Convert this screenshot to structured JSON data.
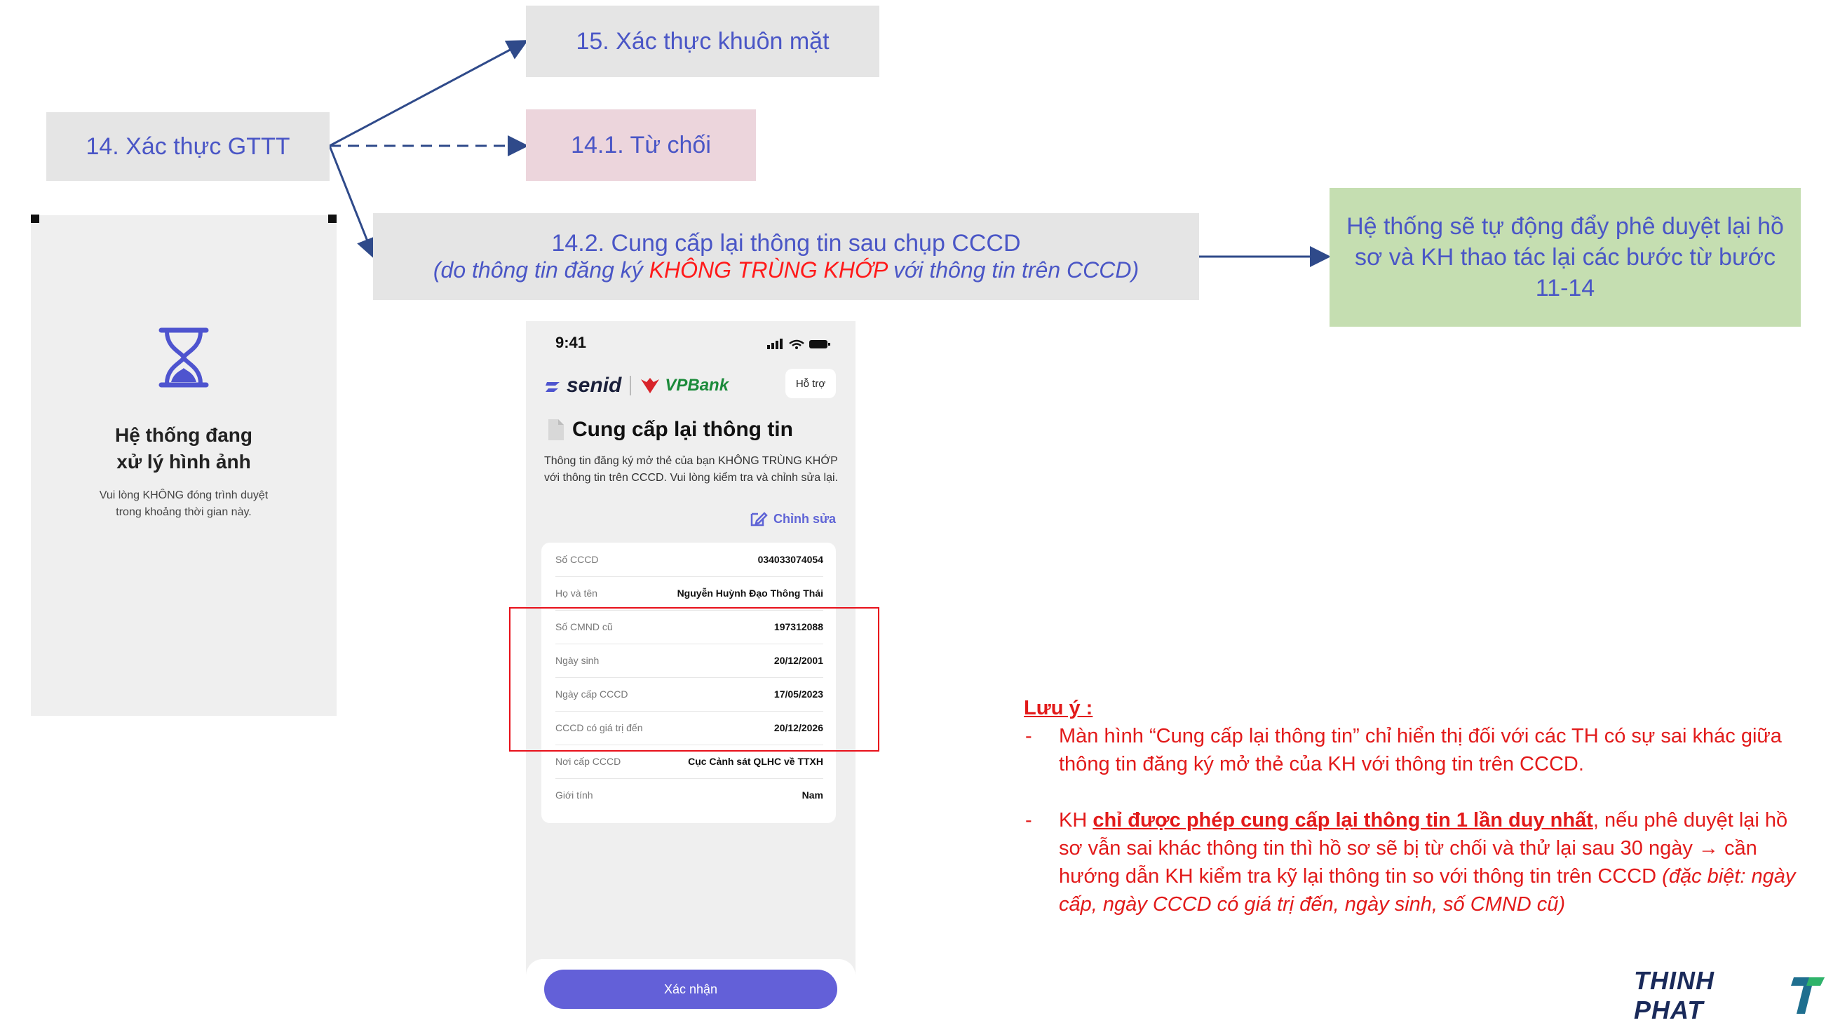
{
  "nodes": {
    "step15": "15. Xác thực khuôn mặt",
    "step14": "14. Xác thực GTTT",
    "step14_1": "14.1. Từ chối",
    "step14_2_title": "14.2. Cung cấp lại thông tin sau chụp CCCD",
    "step14_2_sub_prefix": "(do thông tin đăng ký ",
    "step14_2_sub_highlight": "KHÔNG TRÙNG KHỚP",
    "step14_2_sub_suffix": " với thông tin trên CCCD)",
    "auto_resubmit": "Hệ thống sẽ tự động đẩy phê duyệt lại hồ sơ và KH thao tác lại các bước từ bước 11-14"
  },
  "processing_screen": {
    "title_line1": "Hệ thống đang",
    "title_line2": "xử lý hình ảnh",
    "desc_line1": "Vui lòng KHÔNG đóng trình duyệt",
    "desc_line2": "trong khoảng thời gian này."
  },
  "phone": {
    "time": "9:41",
    "brand1": "senid",
    "brand2": "VPBank",
    "support": "Hỗ trợ",
    "title": "Cung cấp lại thông tin",
    "description": "Thông tin đăng ký mở thẻ của bạn KHÔNG TRÙNG KHỚP với thông tin trên CCCD. Vui lòng kiểm tra và chỉnh sửa lại.",
    "edit": "Chỉnh sửa",
    "rows": [
      {
        "label": "Số CCCD",
        "value": "034033074054"
      },
      {
        "label": "Họ và tên",
        "value": "Nguyễn Huỳnh Đạo Thông Thái"
      },
      {
        "label": "Số CMND cũ",
        "value": "197312088"
      },
      {
        "label": "Ngày sinh",
        "value": "20/12/2001"
      },
      {
        "label": "Ngày cấp CCCD",
        "value": "17/05/2023"
      },
      {
        "label": "CCCD có giá trị đến",
        "value": "20/12/2026"
      },
      {
        "label": "Nơi cấp CCCD",
        "value": "Cục Cảnh sát QLHC về TTXH"
      },
      {
        "label": "Giới tính",
        "value": "Nam"
      }
    ],
    "confirm": "Xác nhận"
  },
  "note": {
    "heading": "Lưu ý :",
    "item1": "Màn hình “Cung cấp lại thông tin” chỉ hiển thị đối với các TH có sự sai khác giữa thông tin đăng ký mở thẻ của KH với thông tin trên CCCD.",
    "item2_prefix": "KH ",
    "item2_emphasis": "chỉ được phép cung cấp lại thông tin 1 lần duy nhất",
    "item2_middle": ", nếu phê duyệt lại hồ sơ vẫn sai khác thông tin thì hồ sơ sẽ bị từ chối và thử lại sau 30 ngày → cần hướng dẫn KH kiểm tra kỹ lại thông tin  so với thông tin trên CCCD ",
    "item2_italic": "(đặc biệt: ngày cấp, ngày CCCD có giá trị đến, ngày sinh, số CMND cũ)"
  },
  "logo_text": "THINH PHAT",
  "colors": {
    "node_text": "#4a56c6",
    "arrow": "#2f4a8a",
    "alert": "#e21a1a",
    "confirm": "#6360d8"
  }
}
